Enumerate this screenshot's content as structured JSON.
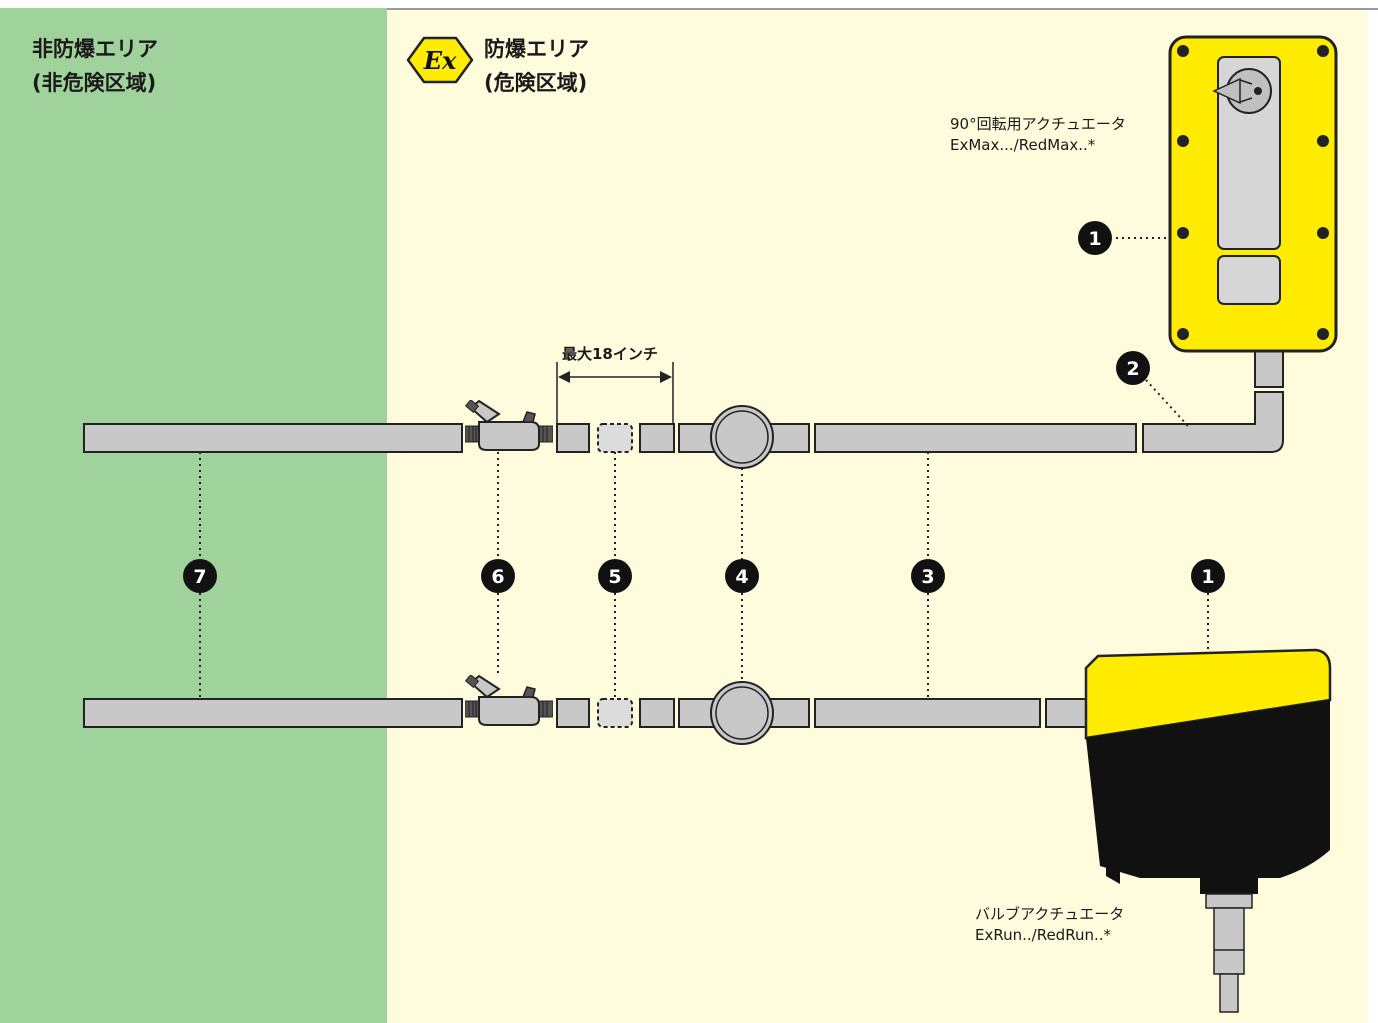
{
  "zones": {
    "safe": {
      "line1": "非防爆エリア",
      "line2": "(非危険区域)"
    },
    "hazardous": {
      "line1": "防爆エリア",
      "line2": "(危険区域)",
      "ex_symbol": "Ex"
    }
  },
  "dimension_label": "最大18インチ",
  "actuators": {
    "rotary": {
      "line1": "90°回転用アクチュエータ",
      "line2": "ExMax.../RedMax..*"
    },
    "valve": {
      "line1": "バルブアクチュエータ",
      "line2": "ExRun../RedRun..*"
    }
  },
  "markers": [
    "1",
    "2",
    "3",
    "4",
    "5",
    "6",
    "7",
    "1"
  ],
  "colors": {
    "safe_zone": "#a0d29c",
    "hazardous_zone": "#fffbdc",
    "actuator_yellow": "#ffec00",
    "conduit_gray": "#c8c8c8"
  }
}
